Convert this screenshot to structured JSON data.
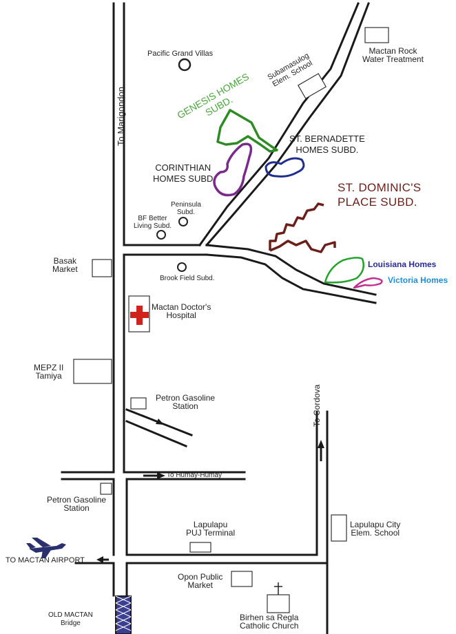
{
  "colors": {
    "road": "#1a1a1a",
    "genesis": "#2e8b24",
    "bernadette": "#1e2d8f",
    "corinthian": "#7a2a8a",
    "dominic": "#6b1f1a",
    "louisiana": "#22a32a",
    "victoria": "#c2308f",
    "louisiana_text": "#2a2a9a",
    "victoria_text": "#1d8fd8",
    "hospital_cross": "#d0231c",
    "airport": "#2a2f6e",
    "bridge": "#3a3f8f"
  },
  "labels": {
    "to_marigondon": "To Marigondon",
    "pacific_grand_villas": "Pacific Grand Villas",
    "subamasulog": "Subamasulog\nElem. School",
    "mactan_rock": "Mactan Rock\nWater Treatment",
    "genesis_homes": "GENESIS HOMES\nSUBD.",
    "st_bernadette": "ST. BERNADETTE\nHOMES SUBD.",
    "corinthian": "CORINTHIAN\nHOMES SUBD",
    "st_dominic": "ST. DOMINIC'S\nPLACE SUBD.",
    "peninsula": "Peninsula\nSubd.",
    "bf_better": "BF Better\nLiving Subd.",
    "basak_market": "Basak\nMarket",
    "brook_field": "Brook Field Subd.",
    "louisiana_homes": "Louisiana Homes",
    "victoria_homes": "Victoria Homes",
    "mactan_doctors": "Mactan Doctor's\nHospital",
    "mepz": "MEPZ II\nTamiya",
    "petron_1": "Petron Gasoline\nStation",
    "to_cordova": "To Cordova",
    "to_humay": "To Humay-Humay",
    "petron_2": "Petron Gasoline\nStation",
    "lapulapu_terminal": "Lapulapu\nPUJ Terminal",
    "lapulapu_school": "Lapulapu City\nElem. School",
    "to_airport": "TO MACTAN AIRPORT",
    "opon_market": "Opon Public\nMarket",
    "old_bridge": "OLD MACTAN\nBridge",
    "birhen": "Birhen sa Regla\nCatholic Church"
  }
}
